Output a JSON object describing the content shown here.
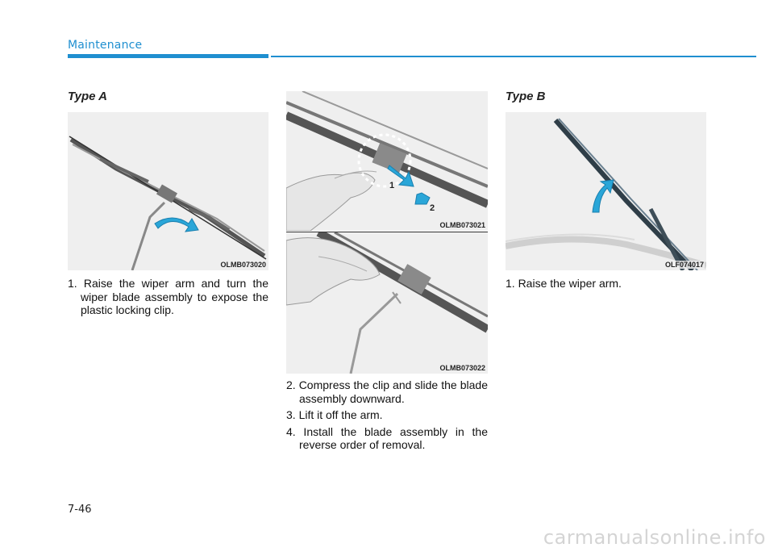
{
  "header": {
    "section_title": "Maintenance"
  },
  "type_a": {
    "heading": "Type A",
    "figure_code": "OLMB073020",
    "steps": [
      "1. Raise the wiper arm and turn the wiper blade assembly to expose the plastic locking clip."
    ]
  },
  "middle": {
    "figure_top_code": "OLMB073021",
    "figure_bottom_code": "OLMB073022",
    "callout_1": "1",
    "callout_2": "2",
    "steps": [
      "2. Compress the clip and slide the blade assembly downward.",
      "3. Lift it off the arm.",
      "4. Install the blade assembly in the reverse order of removal."
    ]
  },
  "type_b": {
    "heading": "Type B",
    "figure_code": "OLF074017",
    "steps": [
      "1. Raise the wiper arm."
    ]
  },
  "footer": {
    "page_number": "7-46",
    "watermark": "carmanualsonline.info"
  },
  "colors": {
    "accent": "#1f8fd0",
    "arrow": "#2aa6d8",
    "figure_bg": "#efefef"
  }
}
